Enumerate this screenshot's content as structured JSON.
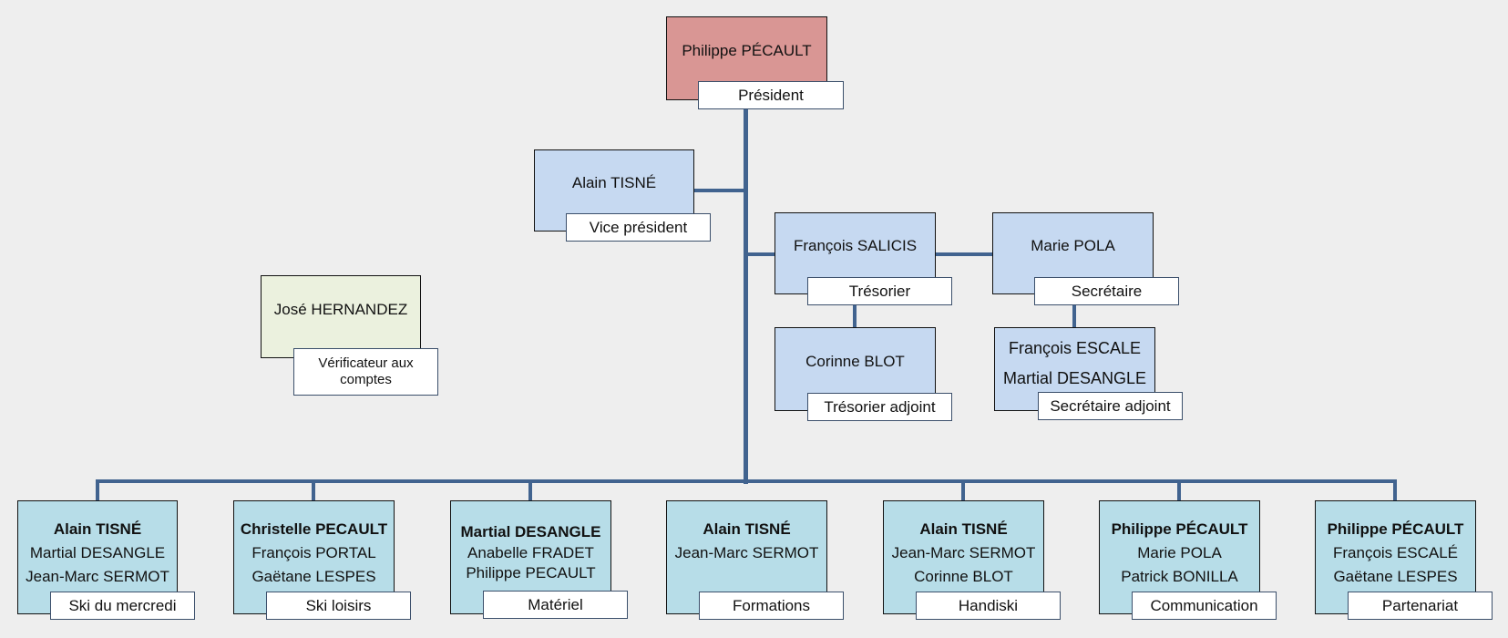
{
  "president": {
    "name": "Philippe PÉCAULT",
    "role": "Président"
  },
  "vice_president": {
    "name": "Alain TISNÉ",
    "role": "Vice président"
  },
  "treasurer": {
    "name": "François SALICIS",
    "role": "Trésorier"
  },
  "secretary": {
    "name": "Marie POLA",
    "role": "Secrétaire"
  },
  "deputy_treasurer": {
    "name": "Corinne BLOT",
    "role": "Trésorier adjoint"
  },
  "deputy_secretary": {
    "names": [
      "François ESCALE",
      "Martial DESANGLE"
    ],
    "role": "Secrétaire adjoint"
  },
  "auditor": {
    "name": "José HERNANDEZ",
    "role": "Vérificateur aux comptes"
  },
  "teams": [
    {
      "lead": "Alain TISNÉ",
      "members": [
        "Martial DESANGLE",
        "Jean-Marc SERMOT"
      ],
      "role": "Ski du mercredi"
    },
    {
      "lead": "Christelle PECAULT",
      "members": [
        "François PORTAL",
        "Gaëtane LESPES"
      ],
      "role": "Ski loisirs"
    },
    {
      "lead": "Martial DESANGLE",
      "members": [
        "Anabelle  FRADET",
        "Philippe PECAULT"
      ],
      "role": "Matériel"
    },
    {
      "lead": "Alain TISNÉ",
      "members": [
        "Jean-Marc SERMOT",
        ""
      ],
      "role": "Formations"
    },
    {
      "lead": "Alain TISNÉ",
      "members": [
        "Jean-Marc SERMOT",
        "Corinne BLOT"
      ],
      "role": "Handiski"
    },
    {
      "lead": "Philippe PÉCAULT",
      "members": [
        "Marie POLA",
        "Patrick BONILLA"
      ],
      "role": "Communication"
    },
    {
      "lead": "Philippe PÉCAULT",
      "members": [
        "François ESCALÉ",
        "Gaëtane LESPES"
      ],
      "role": "Partenariat"
    }
  ],
  "colors": {
    "connector": "#41638f",
    "president": "#d99694",
    "officer": "#c6d9f1",
    "auditor": "#ebf1de",
    "team": "#b7dde8"
  }
}
